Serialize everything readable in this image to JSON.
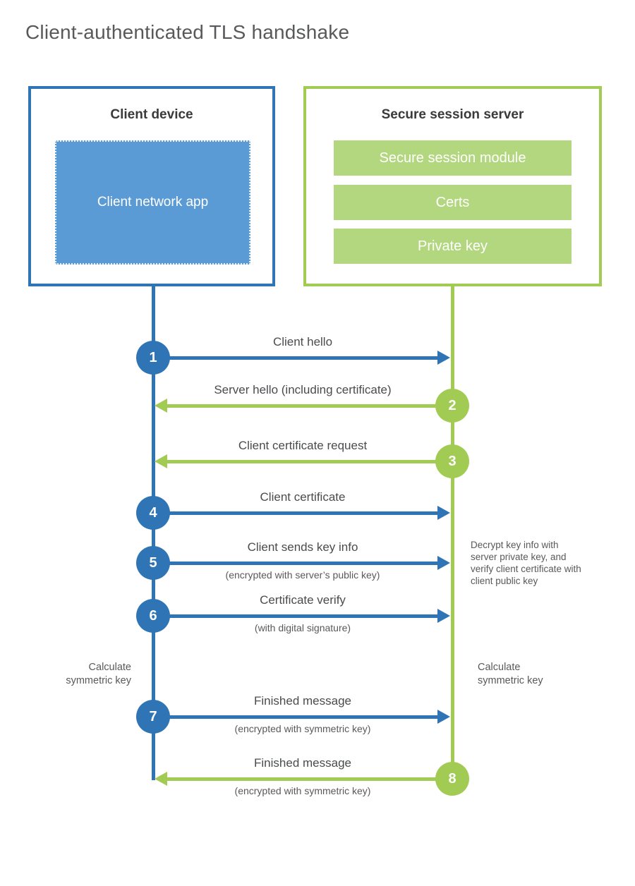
{
  "title": "Client-authenticated TLS handshake",
  "colors": {
    "blue": "#2F75B5",
    "blue_light": "#5B9BD5",
    "green": "#A1CB53",
    "green_bar": "#B3D77E"
  },
  "client": {
    "title": "Client device",
    "app_label": "Client network app"
  },
  "server": {
    "title": "Secure session server",
    "modules": [
      "Secure session module",
      "Certs",
      "Private key"
    ]
  },
  "steps": [
    {
      "number": "1",
      "label": "Client hello",
      "sublabel": "",
      "direction": "client-to-server"
    },
    {
      "number": "2",
      "label": "Server hello (including certificate)",
      "sublabel": "",
      "direction": "server-to-client"
    },
    {
      "number": "3",
      "label": "Client certificate request",
      "sublabel": "",
      "direction": "server-to-client"
    },
    {
      "number": "4",
      "label": "Client certificate",
      "sublabel": "",
      "direction": "client-to-server"
    },
    {
      "number": "5",
      "label": "Client sends key info",
      "sublabel": "(encrypted with server’s public key)",
      "direction": "client-to-server"
    },
    {
      "number": "6",
      "label": "Certificate verify",
      "sublabel": "(with digital signature)",
      "direction": "client-to-server"
    },
    {
      "number": "7",
      "label": "Finished message",
      "sublabel": "(encrypted with symmetric key)",
      "direction": "client-to-server"
    },
    {
      "number": "8",
      "label": "Finished message",
      "sublabel": "(encrypted with symmetric key)",
      "direction": "server-to-client"
    }
  ],
  "notes": {
    "decrypt": "Decrypt key info with server private key, and verify client certificate with client public key",
    "calc_left": "Calculate symmetric key",
    "calc_right": "Calculate symmetric key"
  }
}
